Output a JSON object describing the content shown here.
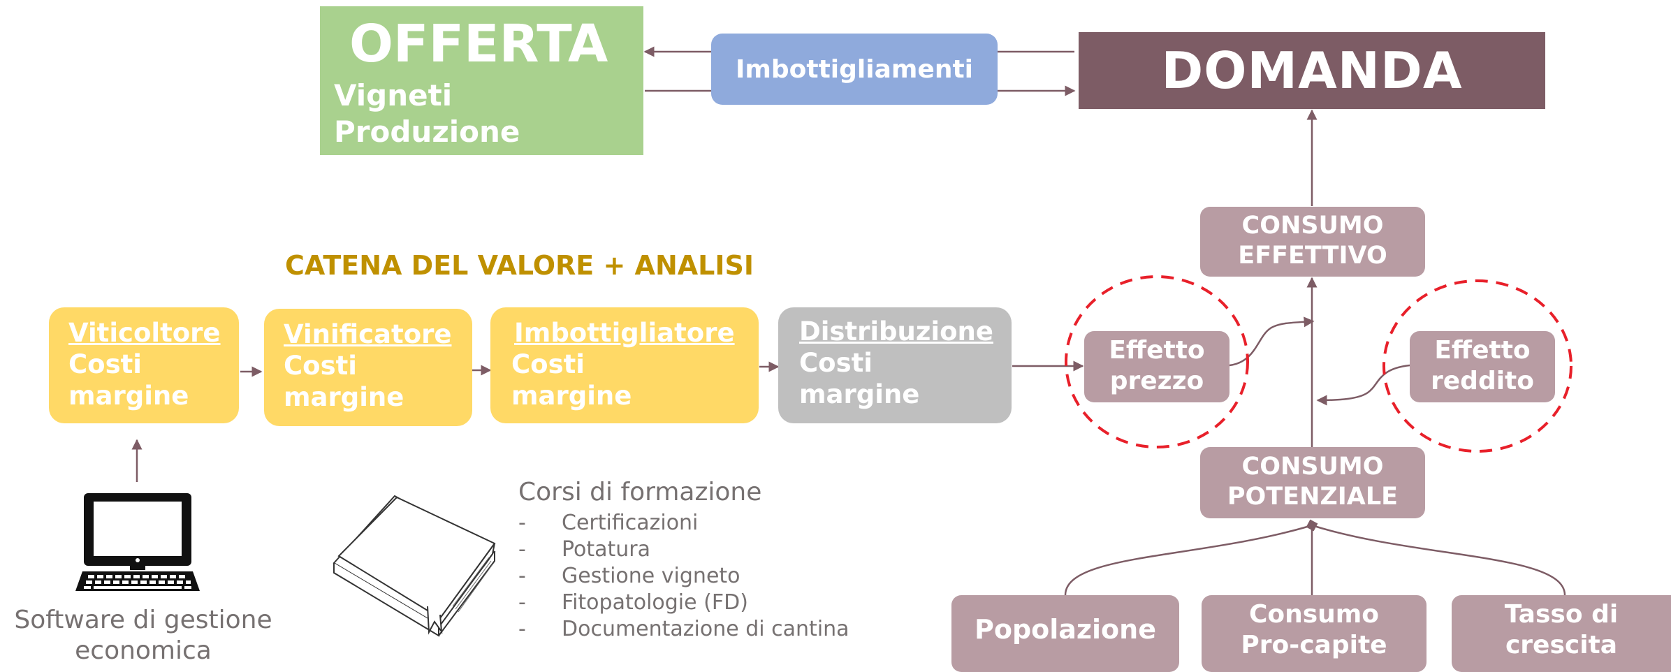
{
  "colors": {
    "offerta_green": "#a9d18e",
    "imbottigliamenti_blue": "#8faadc",
    "domanda_maroon": "#7d5c65",
    "chain_yellow": "#ffd966",
    "distribuzione_grey": "#bfbfbf",
    "demand_pink": "#b89ca3",
    "catena_title_gold": "#bf9000",
    "dashed_red": "#e8202a",
    "arrow": "#7d5c65"
  },
  "offerta": {
    "title": "OFFERTA",
    "line1": "Vigneti",
    "line2": "Produzione"
  },
  "imbottigliamenti": {
    "label": "Imbottigliamenti"
  },
  "domanda": {
    "title": "DOMANDA"
  },
  "catena_title": "CATENA DEL VALORE + ANALISI",
  "chain": [
    {
      "name": "Viticoltore",
      "line1": "Costi",
      "line2": "margine"
    },
    {
      "name": "Vinificatore",
      "line1": "Costi",
      "line2": "margine"
    },
    {
      "name": "Imbottigliatore",
      "line1": "Costi",
      "line2": "margine"
    },
    {
      "name": "Distribuzione",
      "line1": "Costi",
      "line2": "margine"
    }
  ],
  "consumo_effettivo": {
    "line1": "CONSUMO",
    "line2": "EFFETTIVO"
  },
  "effetto_prezzo": {
    "line1": "Effetto",
    "line2": "prezzo"
  },
  "effetto_reddito": {
    "line1": "Effetto",
    "line2": "reddito"
  },
  "consumo_potenziale": {
    "line1": "CONSUMO",
    "line2": "POTENZIALE"
  },
  "popolazione": {
    "label": "Popolazione"
  },
  "consumo_procapite": {
    "line1": "Consumo",
    "line2": "Pro-capite"
  },
  "tasso_crescita": {
    "line1": "Tasso di",
    "line2": "crescita"
  },
  "software": {
    "line1": "Software di gestione",
    "line2": "economica",
    "icon": "computer-icon"
  },
  "corsi": {
    "title": "Corsi di formazione",
    "bullet": "-",
    "items": [
      "Certificazioni",
      "Potatura",
      "Gestione vigneto",
      "Fitopatologie (FD)",
      "Documentazione di cantina"
    ],
    "icon": "book-icon"
  }
}
